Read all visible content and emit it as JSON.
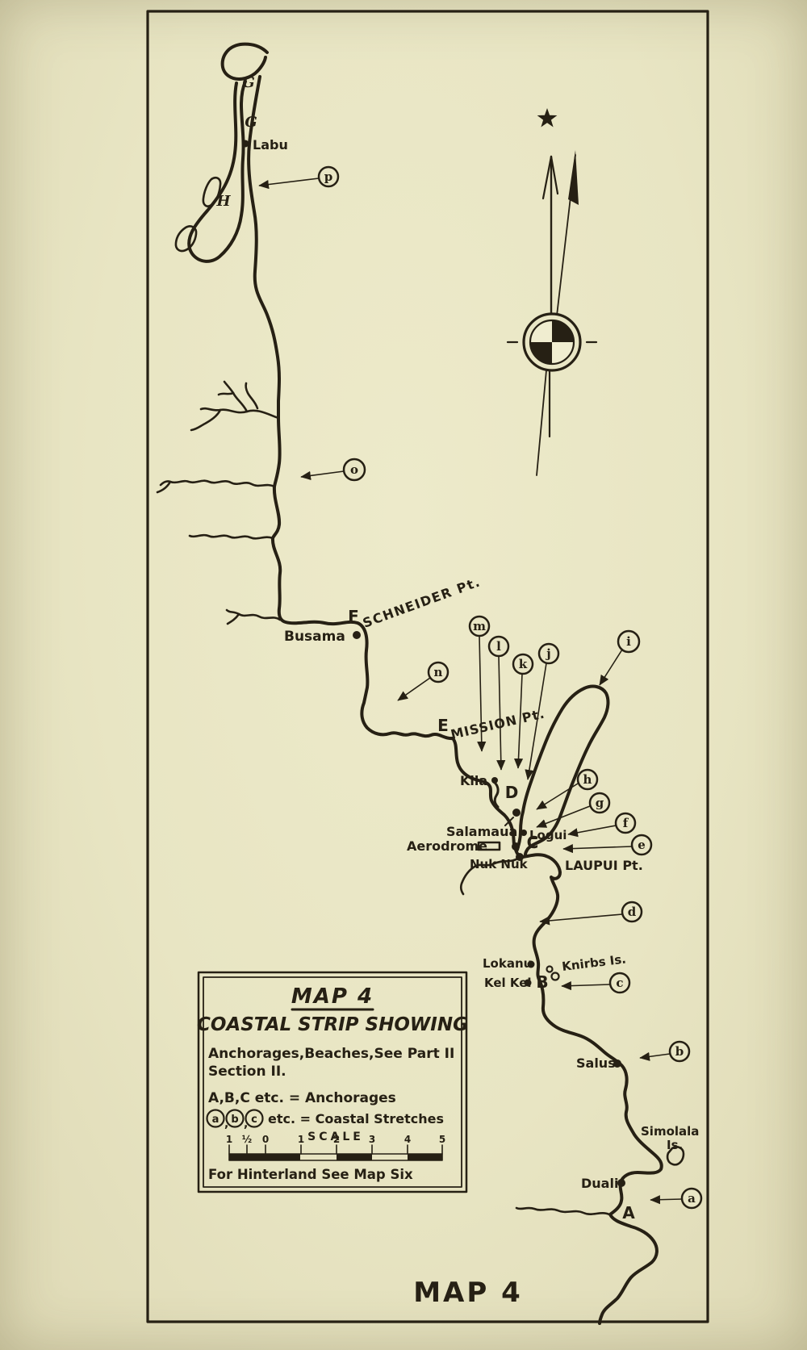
{
  "colors": {
    "paper": "#e9e6c5",
    "ink": "#262014"
  },
  "title_bottom": "MAP 4",
  "legend": {
    "title": "MAP 4",
    "subtitle": "COASTAL STRIP SHOWING",
    "line1": "Anchorages,Beaches,See Part II",
    "line2": "Section II.",
    "anchorage_key": "A,B,C etc. = Anchorages",
    "stretch_circles": [
      "a",
      "b",
      "c"
    ],
    "comma": ",",
    "stretch_key_suffix": "etc. = Coastal Stretches",
    "scale_label": "SCALE",
    "scale_ticks": [
      "1",
      "½",
      "0",
      "1",
      "2",
      "3",
      "4",
      "5"
    ],
    "footer": "For Hinterland See Map Six"
  },
  "places": {
    "labu": "Labu",
    "busama": "Busama",
    "schneider": "SCHNEIDER Pt.",
    "mission": "MISSION Pt.",
    "kila": "Kila",
    "salamaua": "Salamaua",
    "aerodrome": "Aerodrome",
    "logui": "Logui",
    "nuknuk": "Nuk Nuk",
    "laupui": "LAUPUI Pt.",
    "lokanu": "Lokanu",
    "knirbs": "Knirbs Is.",
    "kelkel": "Kel Kel",
    "salus": "Salus",
    "simolala_line1": "Simolala",
    "simolala_line2": "Is.",
    "duali": "Duali"
  },
  "anchorages": [
    "A",
    "B",
    "C",
    "D",
    "E",
    "F",
    "G",
    "H"
  ],
  "stretches": [
    "a",
    "b",
    "c",
    "d",
    "e",
    "f",
    "g",
    "h",
    "i",
    "j",
    "k",
    "l",
    "m",
    "n",
    "o",
    "p"
  ]
}
